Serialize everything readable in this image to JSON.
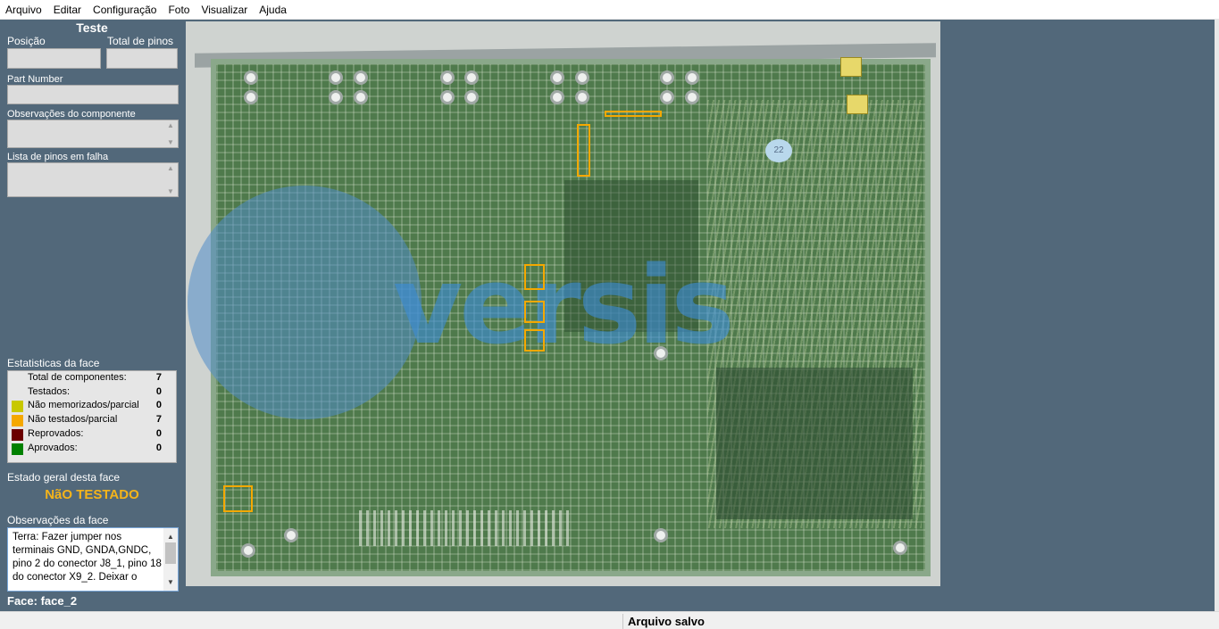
{
  "menu": [
    "Arquivo",
    "Editar",
    "Configuração",
    "Foto",
    "Visualizar",
    "Ajuda"
  ],
  "panel": {
    "title": "Teste",
    "position_label": "Posição",
    "position_value": "",
    "total_pins_label": "Total de pinos",
    "total_pins_value": "",
    "part_number_label": "Part Number",
    "part_number_value": "",
    "component_notes_label": "Observações do componente",
    "component_notes_value": "",
    "failed_pins_label": "Lista de pinos em falha",
    "failed_pins_value": ""
  },
  "stats": {
    "title": "Estatisticas da face",
    "rows": [
      {
        "label": "Total de componentes:",
        "value": "7",
        "color": null
      },
      {
        "label": "Testados:",
        "value": "0",
        "color": null
      },
      {
        "label": "Não memorizados/parcial",
        "value": "0",
        "color": "#c8c800"
      },
      {
        "label": "Não testados/parcial",
        "value": "7",
        "color": "#f5a800"
      },
      {
        "label": "Reprovados:",
        "value": "0",
        "color": "#6b0000"
      },
      {
        "label": "Aprovados:",
        "value": "0",
        "color": "#008000"
      }
    ]
  },
  "state": {
    "label": "Estado geral desta face",
    "value": "NãO TESTADO",
    "value_color": "#f5b41a"
  },
  "face_notes": {
    "label": "Observações da face",
    "text": "Terra: Fazer jumper nos terminais GND, GNDA,GNDC, pino 2 do conector J8_1, pino 18 do conector X9_2. Deixar o"
  },
  "face": "Face: face_2",
  "photo": {
    "board_label": "22",
    "watermark": "versis"
  },
  "status": "Arquivo salvo",
  "colors": {
    "background": "#52687a",
    "marker": "#f5a800"
  }
}
